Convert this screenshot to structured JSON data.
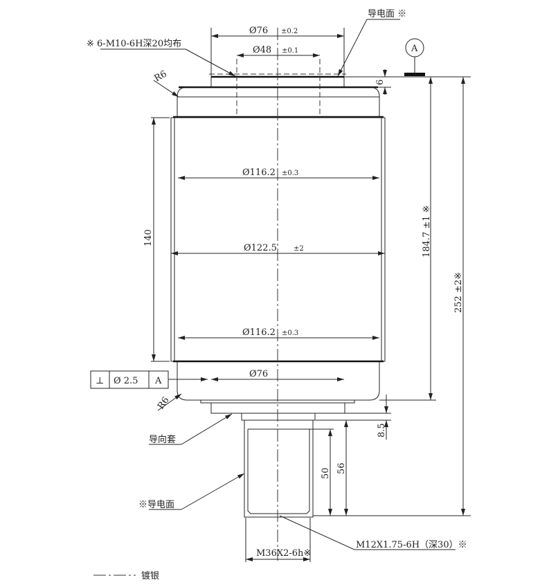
{
  "labels": {
    "conductive_surface_top": "导电面 ※",
    "thread_note": "※ 6-M10-6H深20均布",
    "datum": "A",
    "r6_top": "R6",
    "r6_bottom": "R6",
    "guide_sleeve": "导向套",
    "conductive_surface_bottom": "※导电面",
    "inner_thread": "M12X1.75-6H（深30）※",
    "outer_thread": "M36X2-6h※",
    "legend_line": "镀银"
  },
  "dimensions": {
    "d76_top": "Ø76",
    "d76_top_tol": "±0.2",
    "d48": "Ø48",
    "d48_tol": "±0.1",
    "d116_top": "Ø116.2",
    "d116_top_tol": "±0.3",
    "d122": "Ø122.5",
    "d122_tol": "±2",
    "d116_bottom": "Ø116.2",
    "d116_bottom_tol": "±0.3",
    "d76_bottom": "Ø76",
    "h140": "140",
    "h184": "184.7 ±1 ※",
    "h252": "252 ±2※",
    "h6": "6",
    "h8_5": "8.5",
    "h50": "50",
    "h56": "56"
  },
  "tolerance_frame": {
    "symbol": "⊥",
    "value": "Ø 2.5",
    "datum": "A"
  }
}
